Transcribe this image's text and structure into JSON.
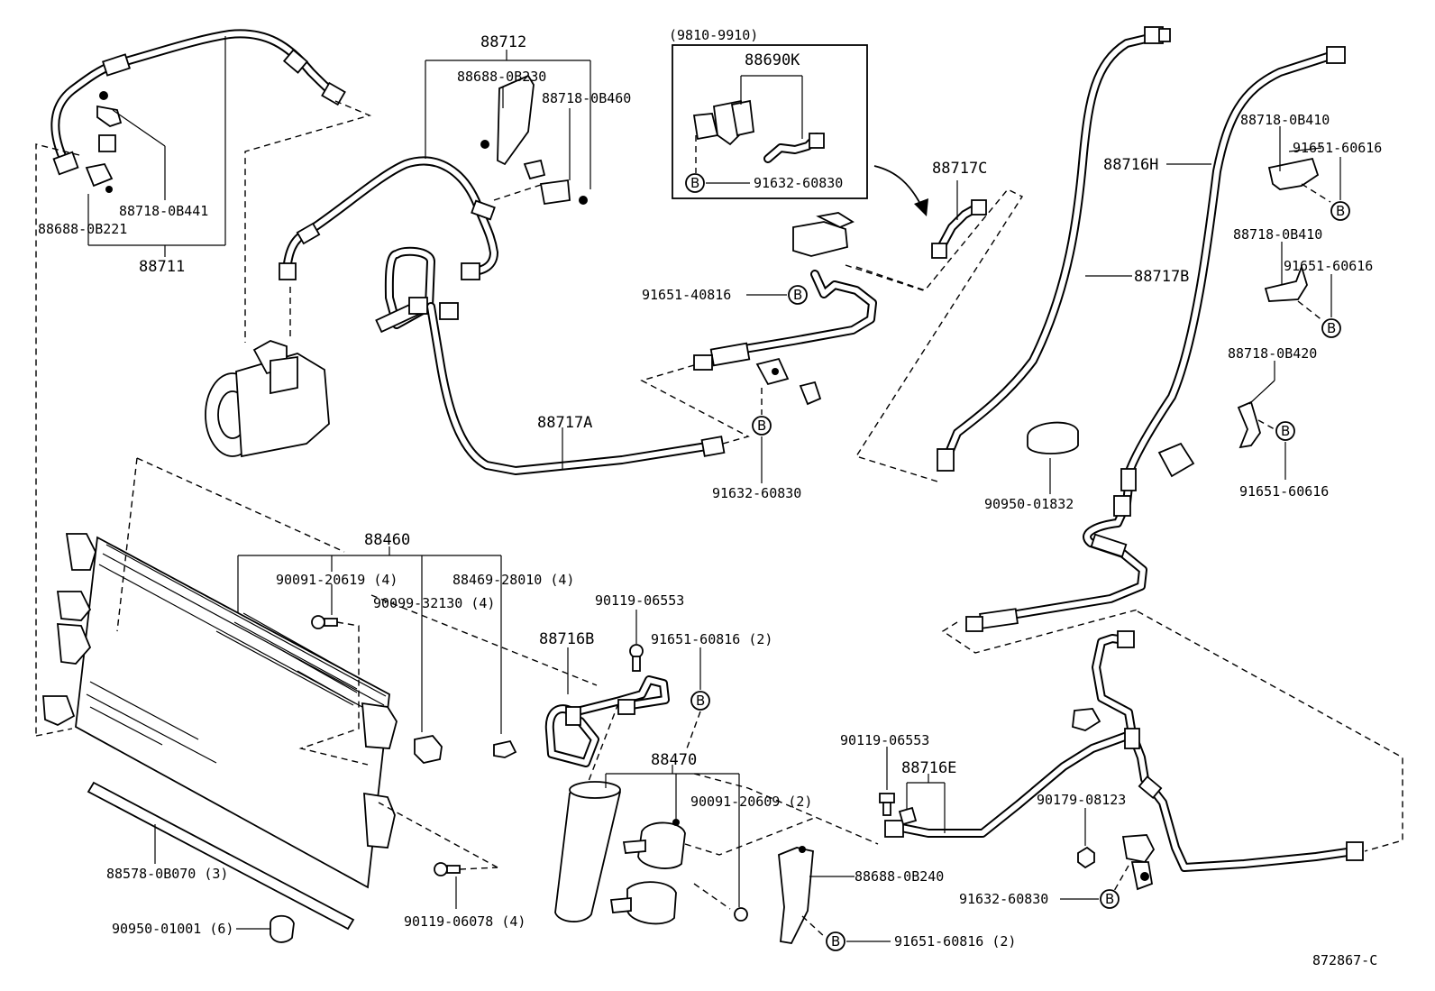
{
  "labels": {
    "p88711": "88711",
    "p88718_0B441": "88718-0B441",
    "p88688_0B221": "88688-0B221",
    "p88712": "88712",
    "p88688_0B230": "88688-0B230",
    "p88718_0B460": "88718-0B460",
    "date_range": "(9810-9910)",
    "p88690K": "88690K",
    "p91632_60830_top": "91632-60830",
    "p88717C": "88717C",
    "p91651_40816": "91651-40816",
    "p88717A": "88717A",
    "p91632_60830_mid": "91632-60830",
    "p88716H": "88716H",
    "p88717B": "88717B",
    "p88718_0B410_a": "88718-0B410",
    "p91651_60616_a": "91651-60616",
    "p88718_0B410_b": "88718-0B410",
    "p91651_60616_b": "91651-60616",
    "p88718_0B420": "88718-0B420",
    "p91651_60616_c": "91651-60616",
    "p90950_01832": "90950-01832",
    "p88460": "88460",
    "p90091_20619": "90091-20619 (4)",
    "p90099_32130": "90099-32130 (4)",
    "p88469_28010": "88469-28010 (4)",
    "p90119_06553_a": "90119-06553",
    "p88716B": "88716B",
    "p91651_60816_a": "91651-60816 (2)",
    "p88470": "88470",
    "p90091_20609": "90091-20609 (2)",
    "p88688_0B240": "88688-0B240",
    "p91651_60816_b": "91651-60816 (2)",
    "p88578_0B070": "88578-0B070 (3)",
    "p90950_01001": "90950-01001 (6)",
    "p90119_06078": "90119-06078 (4)",
    "p90119_06553_b": "90119-06553",
    "p88716E": "88716E",
    "p90179_08123": "90179-08123",
    "p91632_60830_low": "91632-60830",
    "diagram_code": "872867-C"
  },
  "callout_letter": "B"
}
